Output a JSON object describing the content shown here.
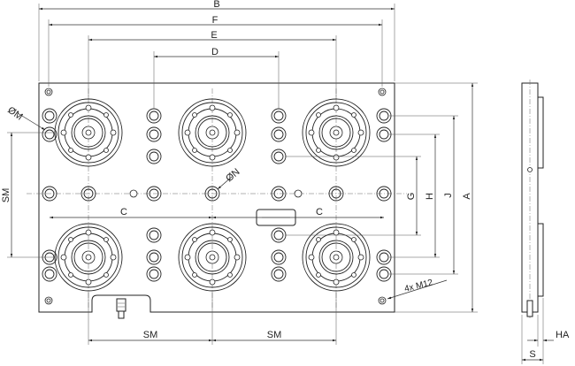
{
  "labels": {
    "B": "B",
    "F": "F",
    "E": "E",
    "D": "D",
    "A": "A",
    "J": "J",
    "H": "H",
    "G": "G",
    "SM": "SM",
    "C": "C",
    "dia_M": "ØM",
    "dia_N": "ØN",
    "thread": "4x M12",
    "HA": "HA",
    "S": "S"
  }
}
